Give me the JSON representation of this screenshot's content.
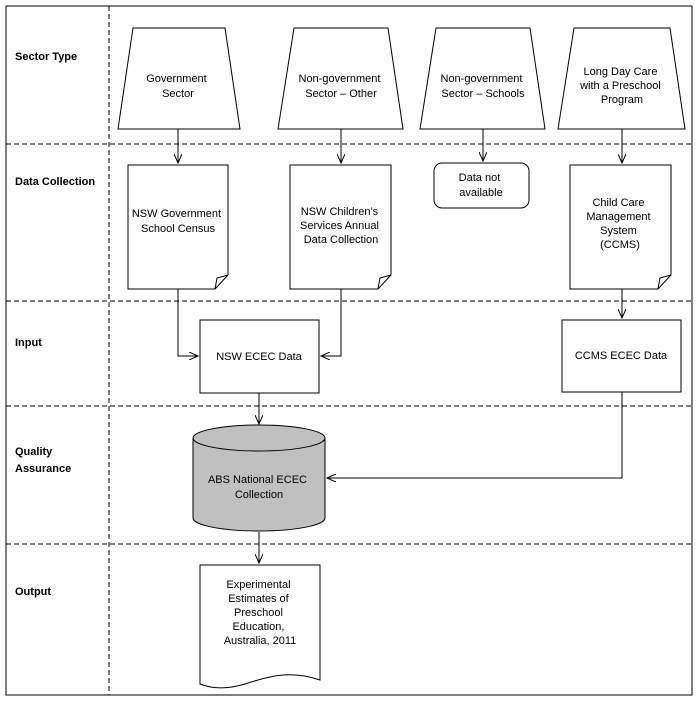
{
  "lanes": [
    {
      "id": "sector_type",
      "label": [
        "Sector Type"
      ]
    },
    {
      "id": "data_collection",
      "label": [
        "Data Collection"
      ]
    },
    {
      "id": "input",
      "label": [
        "Input"
      ]
    },
    {
      "id": "quality_assurance",
      "label": [
        "Quality",
        "Assurance"
      ]
    },
    {
      "id": "output",
      "label": [
        "Output"
      ]
    }
  ],
  "nodes": {
    "government_sector": {
      "shape": "trapezoid",
      "lines": [
        "Government",
        "Sector"
      ]
    },
    "nongov_other": {
      "shape": "trapezoid",
      "lines": [
        "Non-government",
        "Sector – Other"
      ]
    },
    "nongov_schools": {
      "shape": "trapezoid",
      "lines": [
        "Non-government",
        "Sector – Schools"
      ]
    },
    "long_day_care": {
      "shape": "trapezoid",
      "lines": [
        "Long Day Care",
        "with a Preschool",
        "Program"
      ]
    },
    "nsw_census": {
      "shape": "document",
      "lines": [
        "NSW Government",
        "School Census"
      ]
    },
    "nsw_childrens": {
      "shape": "document",
      "lines": [
        "NSW Children’s",
        "Services Annual",
        "Data Collection"
      ]
    },
    "data_not_available": {
      "shape": "rounded-rect",
      "lines": [
        "Data not",
        "available"
      ]
    },
    "ccms": {
      "shape": "document",
      "lines": [
        "Child Care",
        "Management",
        "System",
        "(CCMS)"
      ]
    },
    "nsw_ecec": {
      "shape": "rect",
      "lines": [
        "NSW ECEC Data"
      ]
    },
    "ccms_ecec": {
      "shape": "rect",
      "lines": [
        "CCMS ECEC Data"
      ]
    },
    "abs_collection": {
      "shape": "cylinder",
      "fill": "#c0c0c0",
      "lines": [
        "ABS National ECEC",
        "Collection"
      ]
    },
    "experimental": {
      "shape": "wavy-document",
      "lines": [
        "Experimental",
        "Estimates of",
        "Preschool",
        "Education,",
        "Australia, 2011"
      ]
    }
  },
  "edges": [
    {
      "from": "government_sector",
      "to": "nsw_census"
    },
    {
      "from": "nongov_other",
      "to": "nsw_childrens"
    },
    {
      "from": "nongov_schools",
      "to": "data_not_available"
    },
    {
      "from": "long_day_care",
      "to": "ccms"
    },
    {
      "from": "nsw_census",
      "to": "nsw_ecec"
    },
    {
      "from": "nsw_childrens",
      "to": "nsw_ecec"
    },
    {
      "from": "ccms",
      "to": "ccms_ecec"
    },
    {
      "from": "nsw_ecec",
      "to": "abs_collection"
    },
    {
      "from": "ccms_ecec",
      "to": "abs_collection"
    },
    {
      "from": "abs_collection",
      "to": "experimental"
    }
  ],
  "colors": {
    "line": "#000000",
    "cylinder_fill": "#c0c0c0",
    "background": "#ffffff"
  }
}
